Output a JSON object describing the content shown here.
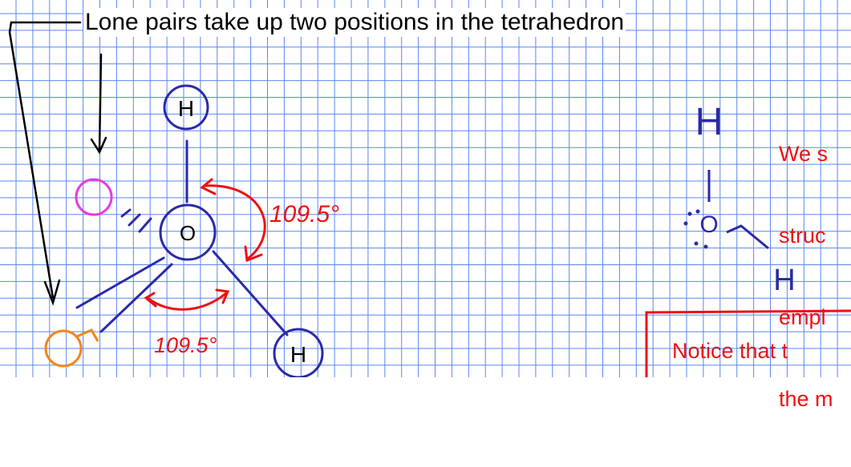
{
  "header": {
    "text": "Lone pairs take up two positions in the tetrahedron"
  },
  "molecule": {
    "atoms": {
      "top_h": "H",
      "center_o": "O",
      "bottom_h": "H"
    },
    "angle_right": "109.5°",
    "angle_bottom": "109.5°"
  },
  "lewis": {
    "h_top": "H",
    "o": "O",
    "h_right": "H"
  },
  "note_red": [
    "We s",
    "struc",
    "empl",
    "the m"
  ],
  "notice_text": "Notice that t",
  "colors": {
    "grid": "#5b87f0",
    "blue": "#2a2aa8",
    "red": "#ee1111",
    "magenta": "#e83adf",
    "orange": "#f0861a"
  }
}
